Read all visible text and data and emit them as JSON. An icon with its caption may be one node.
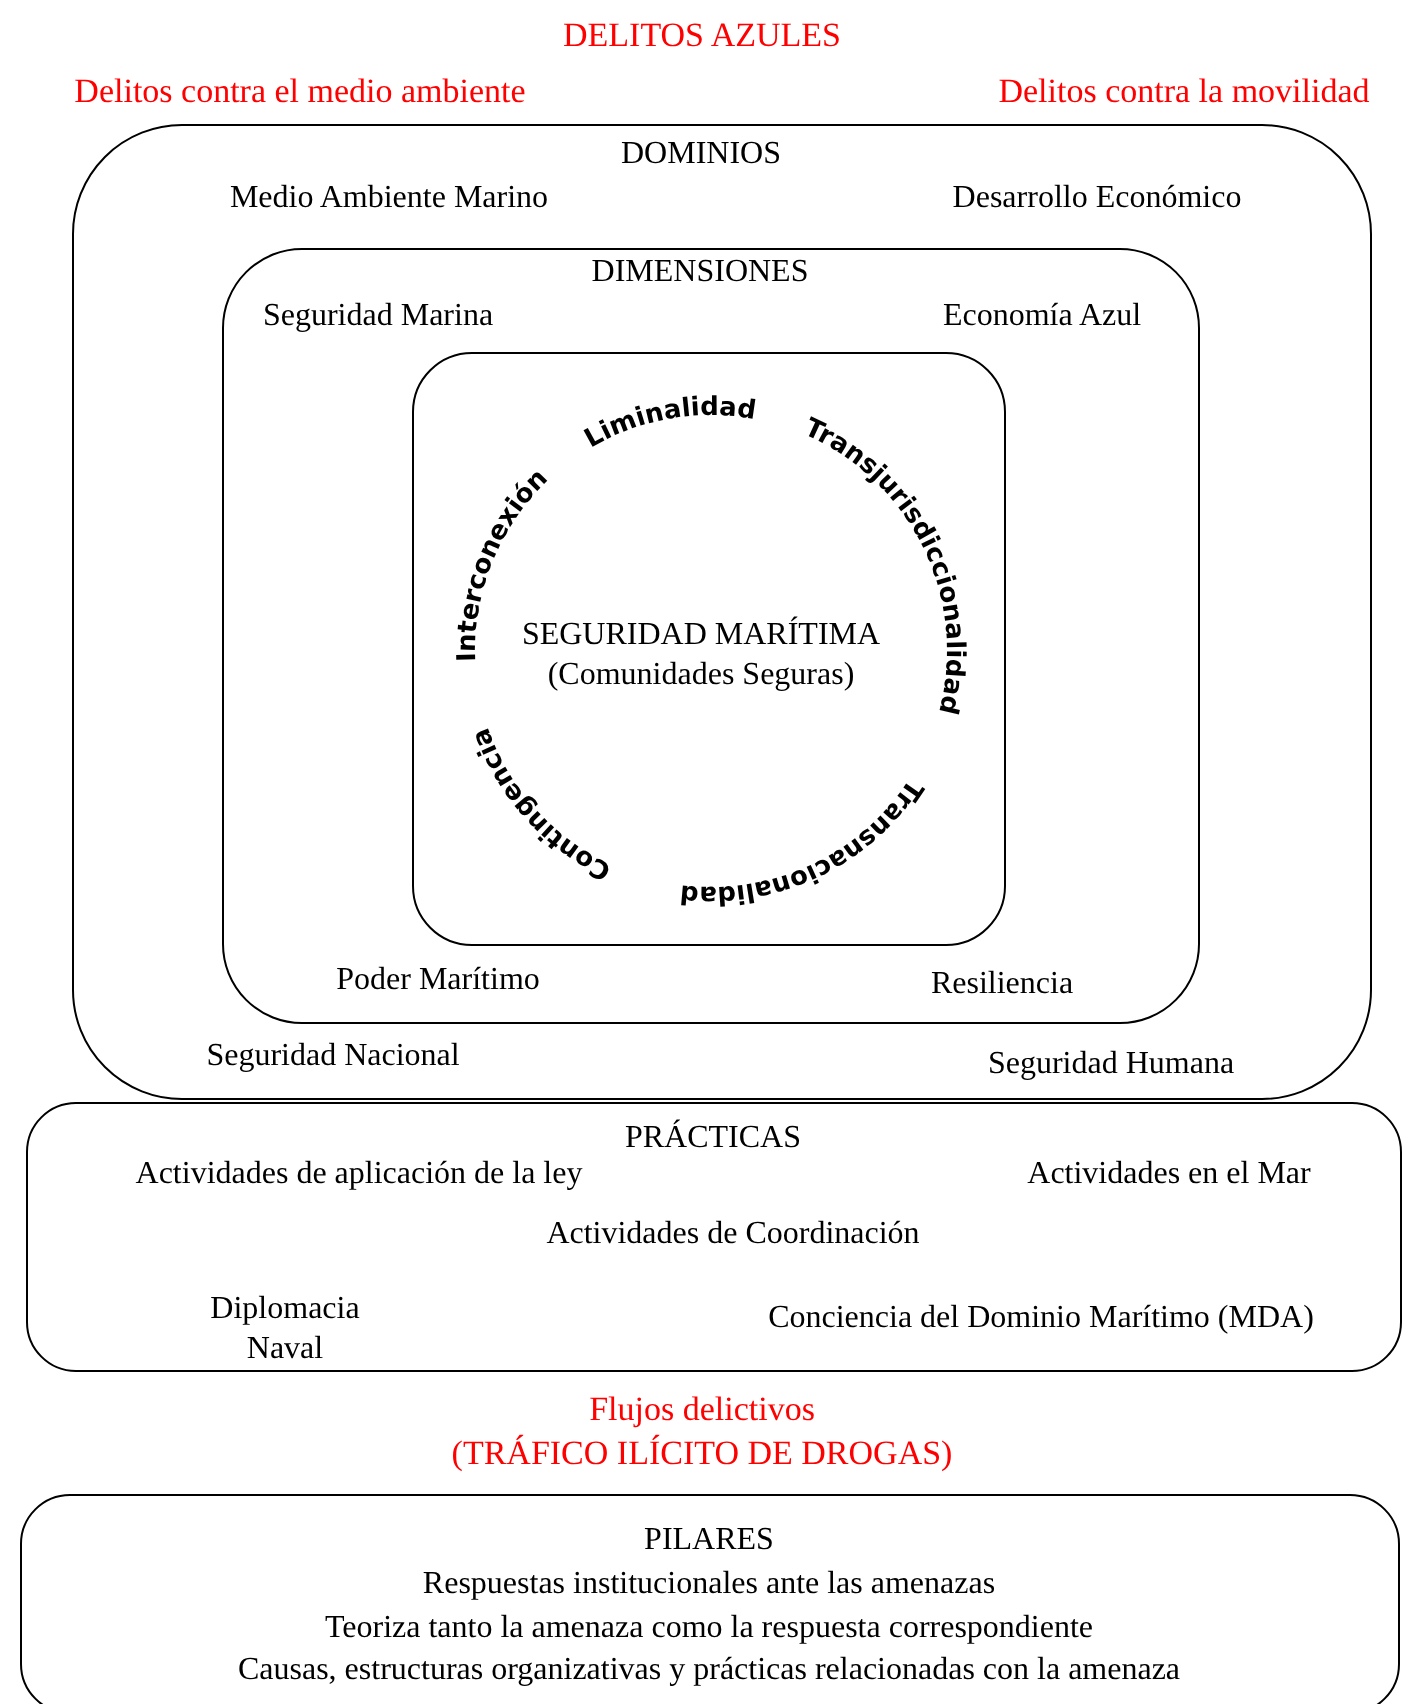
{
  "diagram": {
    "nodes": [
      {
        "text": [
          "DOMINIOS",
          "Medio Ambiente Marino",
          "Desarrollo Económico",
          "Seguridad Nacional",
          "Seguridad Humana"
        ]
      },
      {
        "text": [
          "DIMENSIONES",
          "Seguridad Marina",
          "Economía Azul",
          "Poder Marítimo",
          "Resiliencia"
        ],
        "in": 0
      },
      {
        "text": [
          "Liminalidad",
          "Interconexión",
          "Transjurisdiccionalidad",
          "SEGURIDAD MARÍTIMA (Comunidades Seguras)",
          "Contingencia",
          "Transnacionalidad"
        ],
        "in": 1
      },
      {
        "text": [
          "PRÁCTICAS",
          "Actividades de aplicación de la ley",
          "Actividades en el Mar",
          "Actividades de Coordinación",
          "Diplomacia Naval",
          "Conciencia del Dominio Marítimo (MDA)"
        ]
      },
      {
        "text": [
          "PILARES",
          "Respuestas institucionales ante las amenazas",
          "Teoriza tanto la amenaza como la respuesta correspondiente",
          "Causas, estructuras organizativas y prácticas relacionadas con la amenaza"
        ]
      }
    ],
    "title": "DELITOS AZULES",
    "labels": [
      "Delitos contra el medio ambiente",
      "Delitos contra la movilidad",
      "Flujos delictivos",
      "(TRÁFICO ILÍCITO DE DROGAS)"
    ]
  }
}
